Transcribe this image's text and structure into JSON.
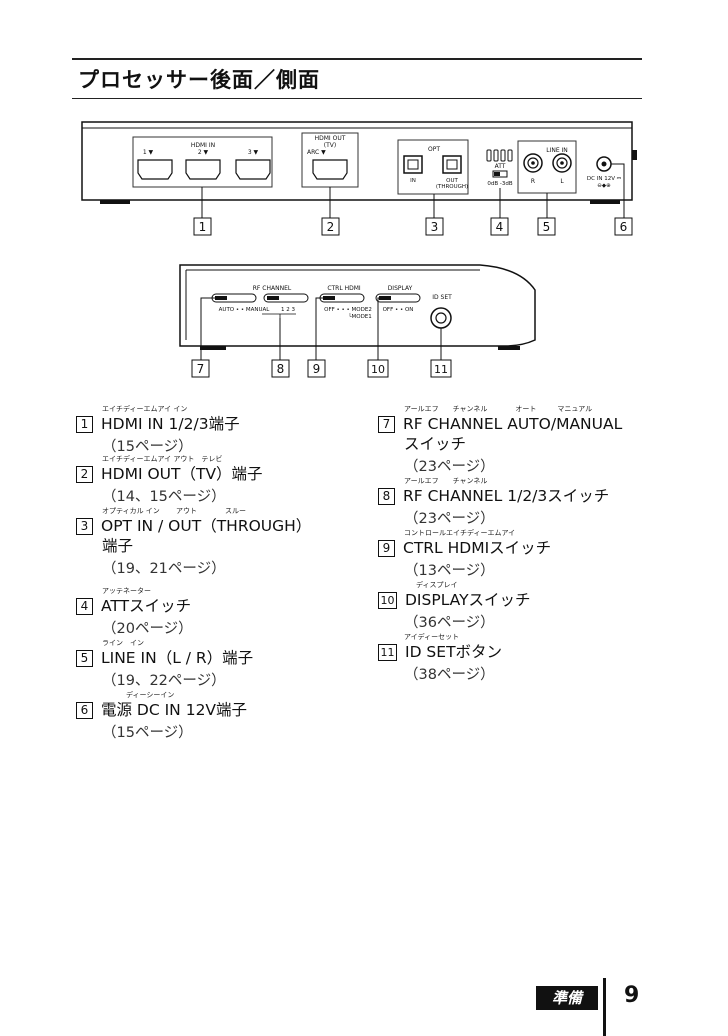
{
  "title": "プロセッサー後面／側面",
  "rear_panel": {
    "hdmi_in_label": "HDMI IN",
    "port_1": "1 ▼",
    "port_2": "2 ▼",
    "port_3": "3 ▼",
    "hdmi_out_label_1": "HDMI OUT",
    "hdmi_out_label_2": "(TV)",
    "arc_label": "ARC ▼",
    "opt_label": "OPT",
    "opt_in": "IN",
    "opt_out_1": "OUT",
    "opt_out_2": "(THROUGH)",
    "att_label": "ATT",
    "att_values": "0dB -3dB",
    "line_in_label": "LINE IN",
    "line_r": "R",
    "line_l": "L",
    "dc_label": "DC IN 12V ⎓",
    "dc_polarity": "⊖◆⊕"
  },
  "side_panel": {
    "rf_channel": "RF CHANNEL",
    "rf_modes": "AUTO • • MANUAL",
    "rf_numbers": "1 2 3",
    "ctrl_hdmi": "CTRL HDMI",
    "ctrl_modes": "OFF • • • MODE2",
    "ctrl_mode1": "└MODE1",
    "display": "DISPLAY",
    "display_modes": "OFF • • ON",
    "id_set": "ID SET"
  },
  "callouts": [
    "1",
    "2",
    "3",
    "4",
    "5",
    "6",
    "7",
    "8",
    "9",
    "10",
    "11"
  ],
  "entries": [
    {
      "num": "1",
      "ruby": "エイチディーエムアイ イン",
      "name": "HDMI IN 1/2/3端子",
      "page": "（15ページ）"
    },
    {
      "num": "2",
      "ruby": "エイチディーエムアイ アウト　テレビ",
      "name": "HDMI OUT（TV）端子",
      "page": "（14、15ページ）"
    },
    {
      "num": "3",
      "ruby": "オプティカル イン　　 アウト　　　　スルー",
      "name": "OPT IN / OUT（THROUGH）",
      "cont": "端子",
      "page": "（19、21ページ）"
    },
    {
      "num": "4",
      "ruby": "アッテネーター",
      "name": "ATTスイッチ",
      "page": "（20ページ）"
    },
    {
      "num": "5",
      "ruby": "ライン　イン",
      "name": "LINE IN（L / R）端子",
      "page": "（19、22ページ）"
    },
    {
      "num": "6",
      "ruby": "ディーシーイン",
      "name": "電源 DC IN 12V端子",
      "page": "（15ページ）"
    },
    {
      "num": "7",
      "ruby": "アールエフ　　チャンネル　　　　オート　　　マニュアル",
      "name": "RF CHANNEL AUTO/MANUAL",
      "cont": "スイッチ",
      "page": "（23ページ）"
    },
    {
      "num": "8",
      "ruby": "アールエフ　　チャンネル",
      "name": "RF CHANNEL 1/2/3スイッチ",
      "page": "（23ページ）"
    },
    {
      "num": "9",
      "ruby": "コントロールエイチディーエムアイ",
      "name": "CTRL HDMIスイッチ",
      "page": "（13ページ）"
    },
    {
      "num": "10",
      "ruby": "ディスプレイ",
      "name": "DISPLAYスイッチ",
      "page": "（36ページ）"
    },
    {
      "num": "11",
      "ruby": "アイディーセット",
      "name": "ID SETボタン",
      "page": "（38ページ）"
    }
  ],
  "footer": {
    "section": "準備",
    "page_number": "9"
  }
}
